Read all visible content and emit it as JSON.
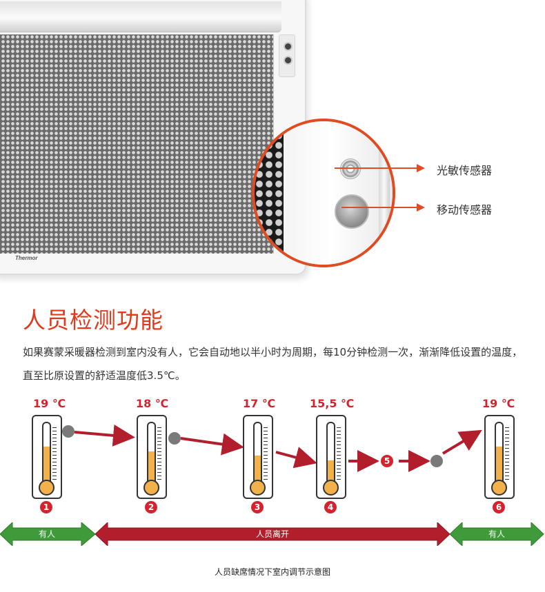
{
  "product": {
    "brand": "Thermor",
    "callouts": [
      {
        "label": "光敏传感器",
        "icon": "light-sensor-icon"
      },
      {
        "label": "移动传感器",
        "icon": "motion-sensor-icon"
      }
    ],
    "accent_color": "#e04b22"
  },
  "section": {
    "title": "人员检测功能",
    "description": "如果赛蒙采暖器检测到室内没有人，它会自动地以半小时为周期，每10分钟检测一次，渐渐降低设置的温度，直至比原设置的舒适温度低3.5℃。"
  },
  "diagram": {
    "thermometers": [
      {
        "step": "1",
        "temp": "19 ℃",
        "level": 0.62
      },
      {
        "step": "2",
        "temp": "18 ℃",
        "level": 0.55
      },
      {
        "step": "3",
        "temp": "17 ℃",
        "level": 0.48
      },
      {
        "step": "4",
        "temp": "15,5 ℃",
        "level": 0.4
      },
      {
        "step": "6",
        "temp": "19 ℃",
        "level": 0.62
      }
    ],
    "step5": "5",
    "bands": [
      {
        "label": "有人",
        "color": "#3f9b3a"
      },
      {
        "label": "人员离开",
        "color": "#b21e2b"
      },
      {
        "label": "有人",
        "color": "#3f9b3a"
      }
    ],
    "caption": "人员缺席情况下室内调节示意图",
    "temp_color": "#d4232e",
    "fill_color": "#f2b14a"
  }
}
